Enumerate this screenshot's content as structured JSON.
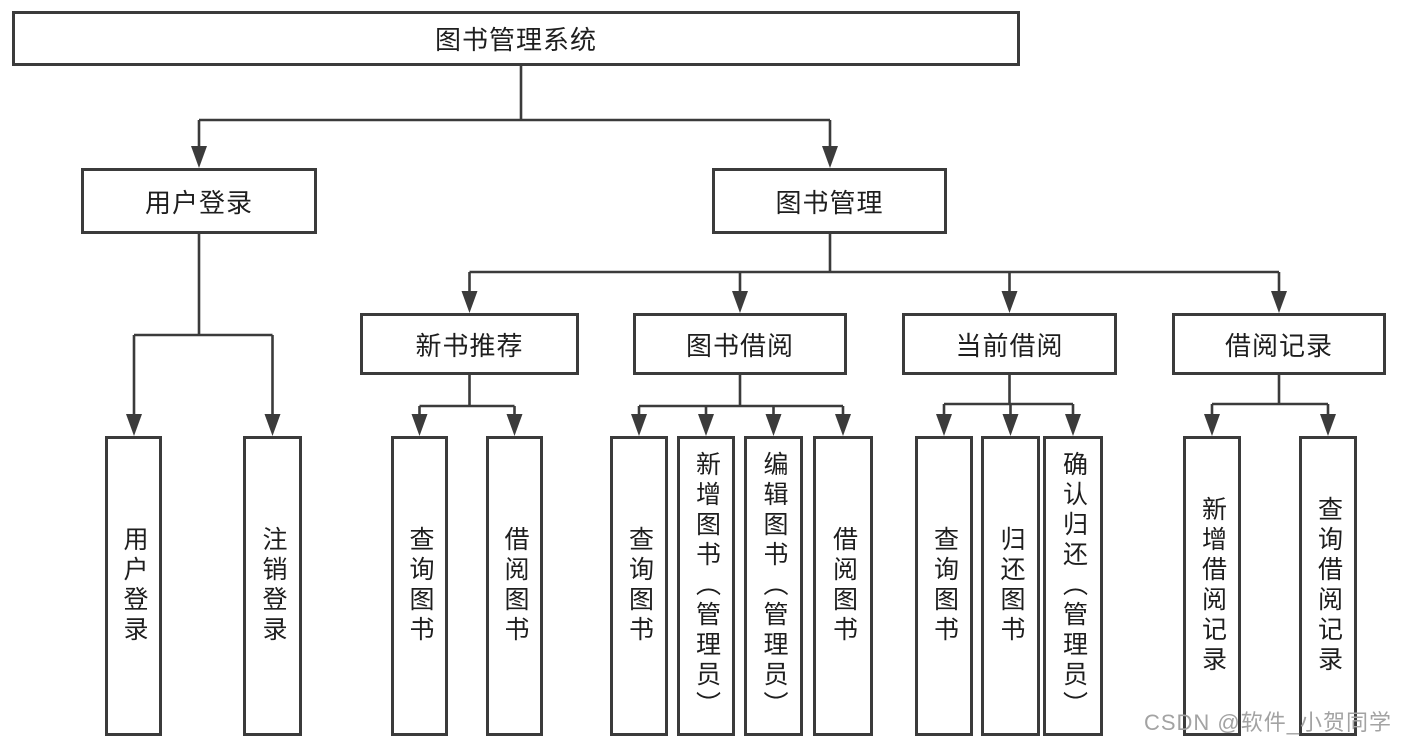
{
  "colors": {
    "line": "#3b3b3b",
    "text": "#1e1e1e",
    "bg": "#ffffff",
    "watermark": "#a3a3a3"
  },
  "watermark": {
    "text": "CSDN @软件_小贺同学"
  },
  "tree": {
    "root": {
      "label": "图书管理系统"
    },
    "level2": [
      {
        "label": "用户登录"
      },
      {
        "label": "图书管理"
      }
    ],
    "level3": [
      {
        "label": "新书推荐"
      },
      {
        "label": "图书借阅"
      },
      {
        "label": "当前借阅"
      },
      {
        "label": "借阅记录"
      }
    ],
    "leaves": {
      "user_login": [
        "用户登录",
        "注销登录"
      ],
      "new_books": [
        "查询图书",
        "借阅图书"
      ],
      "book_borrowing": [
        "查询图书",
        "新增图书（管理员）",
        "编辑图书（管理员）",
        "借阅图书"
      ],
      "current_borrowing": [
        "查询图书",
        "归还图书",
        "确认归还（管理员）"
      ],
      "borrow_records": [
        "新增借阅记录",
        "查询借阅记录"
      ]
    }
  }
}
